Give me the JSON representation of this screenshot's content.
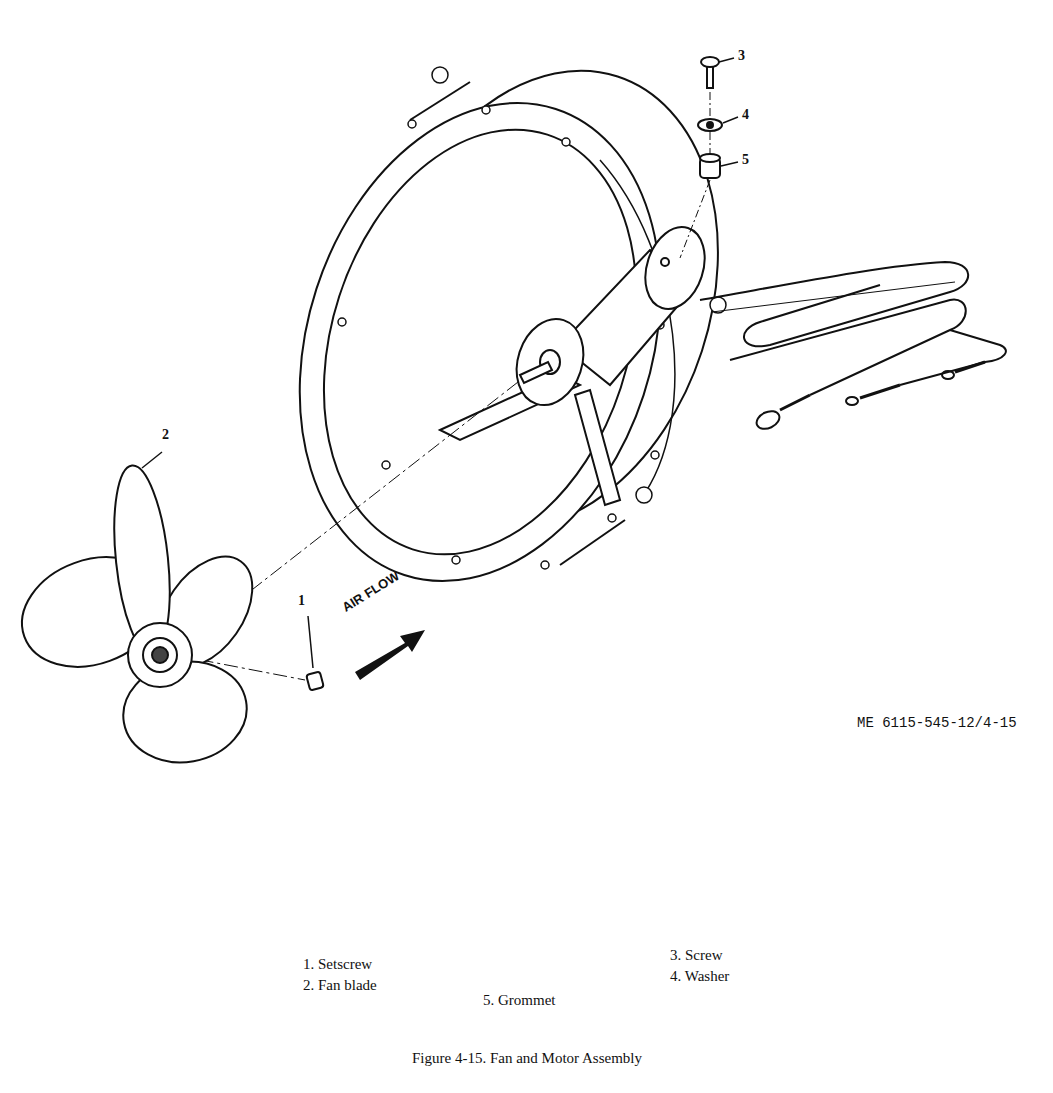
{
  "diagram": {
    "caption": "Figure 4-15. Fan and Motor Assembly",
    "labels": [
      "3",
      "4",
      "5",
      "2",
      "1",
      "AIR FLOW",
      "ME 6115-545-12/4-15",
      "1. Setscrew",
      "2. Fan blade",
      "3. Screw",
      "4. Washer",
      "5. Grommet"
    ]
  }
}
